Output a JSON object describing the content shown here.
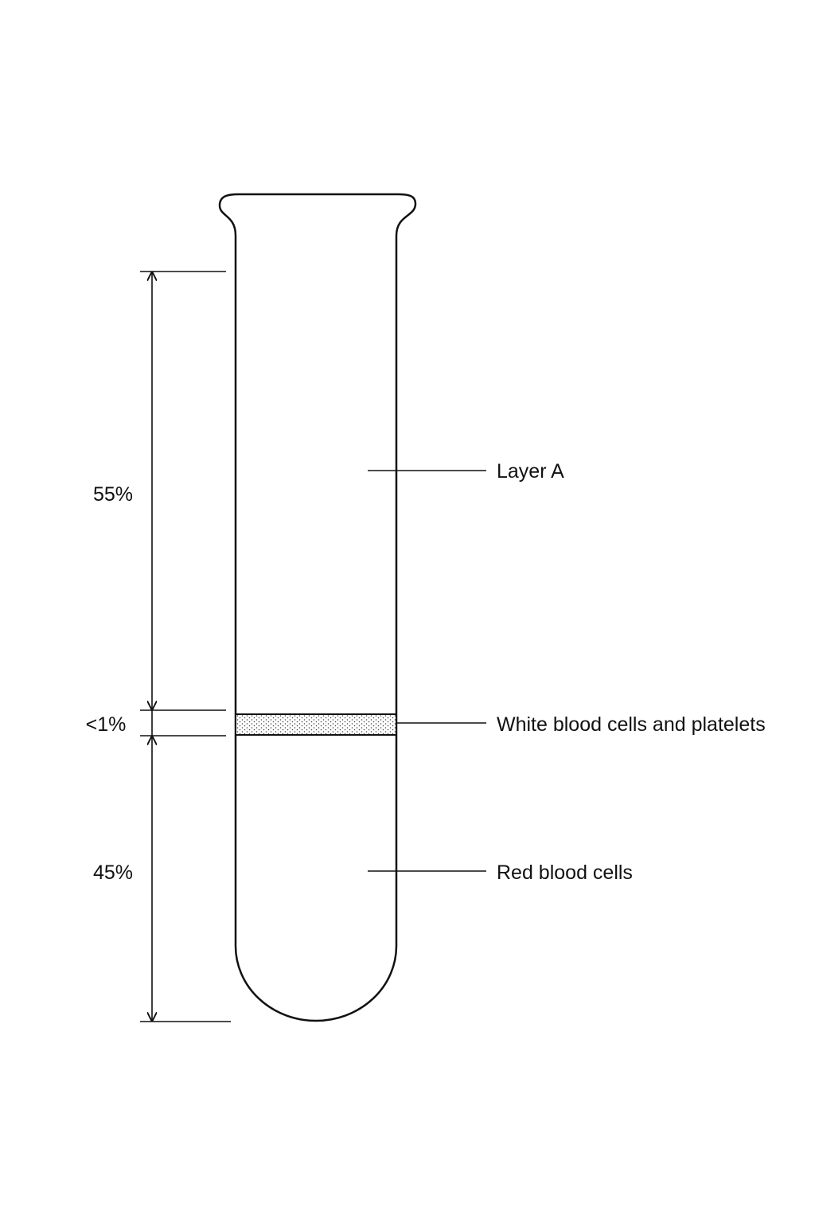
{
  "colors": {
    "background": "#ffffff",
    "line": "#111111",
    "stipple": "#444444"
  },
  "percentages": {
    "top": "55%",
    "middle": "<1%",
    "bottom": "45%"
  },
  "labels": {
    "layer_a": "Layer A",
    "white_cells": "White blood cells and platelets",
    "red_cells": "Red blood cells"
  }
}
